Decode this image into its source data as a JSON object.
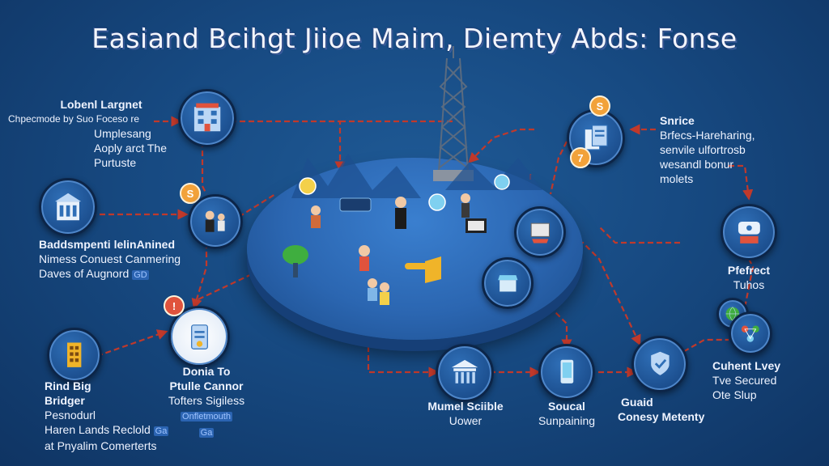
{
  "title": "Easiand Bcihgt Jiioe Maim, Diemty Abds: Fonse",
  "colors": {
    "accent": "#f2a23a",
    "wire": "#c0392b",
    "ring": "#4e86c9"
  },
  "badges": {
    "top_left": "S",
    "top_right": "S",
    "right_second": "7"
  },
  "labels": {
    "lobenl": {
      "head": "Lobenl Largnet",
      "lines": [
        "Chpecmode by Suo Foceso re",
        "Umplesang",
        "Aoply arct The",
        "Purtuste"
      ]
    },
    "baddsm": {
      "lines": [
        "Baddsmpenti lelinAnined",
        "Nimess Conuest Canmering",
        "Daves of Augnord"
      ],
      "tag": "GD"
    },
    "rind": {
      "head_lines": [
        "Rind Big",
        "Bridger"
      ],
      "lines": [
        "Pesnodurl",
        "Haren Lands Reclold",
        "at Pnyalim Comerterts"
      ],
      "tag": "Ga"
    },
    "donia": {
      "head_lines": [
        "Donia To",
        "Ptulle Cannor"
      ],
      "lines": [
        "Tofters Sigiless",
        "Onfletmouth"
      ],
      "tag": "Ga"
    },
    "mumel": {
      "lines": [
        "Mumel Sciible",
        "Uower"
      ]
    },
    "soucal": {
      "lines": [
        "Soucal",
        "Sunpaining"
      ]
    },
    "guaid": {
      "lines": [
        "Guaid",
        "Conesy Metenty"
      ]
    },
    "snrice": {
      "head": "Snrice",
      "lines": [
        "Brfecs-Hareharing,",
        "senvile ulfortrosb",
        "wesandl bonur",
        "molets"
      ]
    },
    "pfefrect": {
      "lines": [
        "Pfefrect",
        "Tuhos"
      ]
    },
    "cuhent": {
      "head": "Cuhent Lvey",
      "lines": [
        "Tve Secured",
        "Ote Slup"
      ]
    }
  },
  "icons": {
    "n1": "office-building-icon",
    "n2": "city-hall-icon",
    "n3": "people-meeting-icon",
    "n4": "tower-building-icon",
    "n5": "document-badge-icon",
    "n6": "bank-building-icon",
    "n7": "phone-icon",
    "n8": "hand-shield-icon",
    "n9": "documents-icon",
    "n10": "tablet-cart-icon",
    "n11": "shop-stall-icon",
    "n12": "globe-icon",
    "n13": "devices-network-icon",
    "n14": "chat-handshake-icon"
  }
}
